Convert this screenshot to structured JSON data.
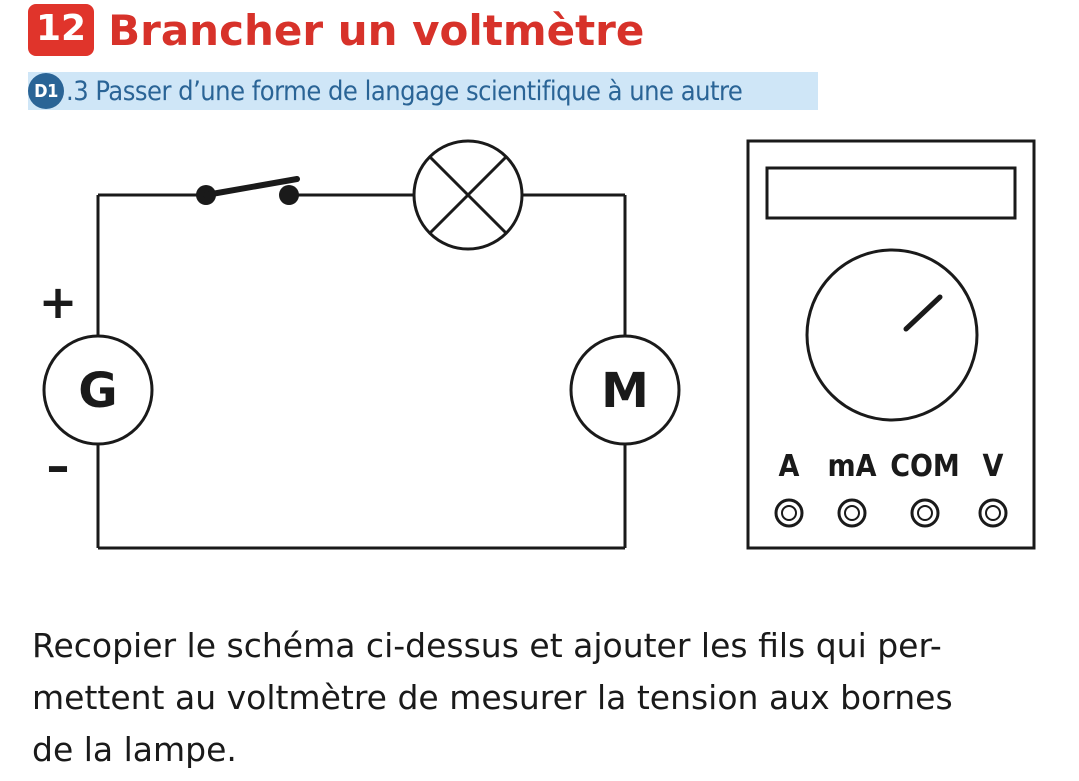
{
  "header": {
    "number": "12",
    "title": "Brancher un voltmètre"
  },
  "subtitle": {
    "code": "D1",
    "text": ".3 Passer d’une forme de langage scientifique à une autre"
  },
  "circuit": {
    "generator_label": "G",
    "motor_label": "M",
    "plus_sign": "+",
    "minus_sign": "–"
  },
  "voltmeter": {
    "terminals": [
      "A",
      "mA",
      "COM",
      "V"
    ]
  },
  "instruction": {
    "lines": [
      "Recopier le schéma ci-dessus et ajouter les fils qui per-",
      "mettent au voltmètre de mesurer la tension aux bornes",
      "de la lampe."
    ]
  },
  "colors": {
    "accent_red": "#e0342b",
    "subtitle_bg": "#cfe6f7",
    "subtitle_text": "#2a6496"
  }
}
